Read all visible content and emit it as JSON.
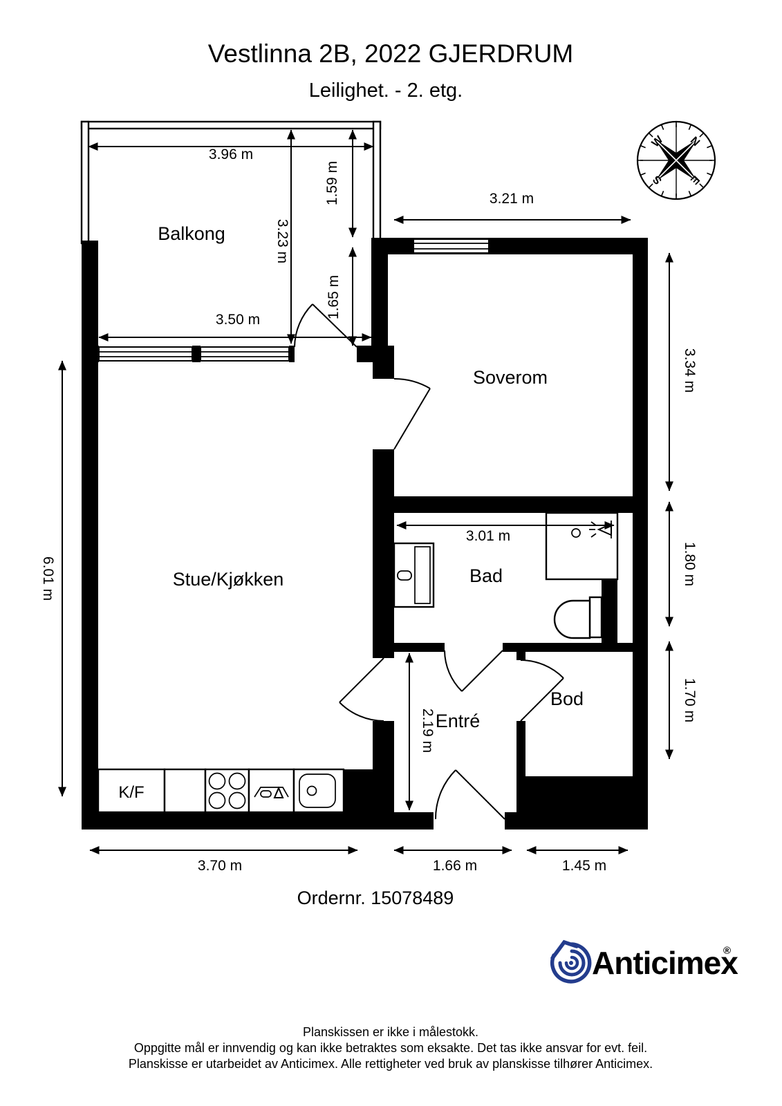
{
  "header": {
    "title": "Vestlinna 2B, 2022 GJERDRUM",
    "subtitle": "Leilighet.  - 2. etg."
  },
  "compass": {
    "west": "W",
    "north": "N",
    "east": "E",
    "south": "S"
  },
  "rooms": {
    "balcony": "Balkong",
    "bedroom": "Soverom",
    "living_kitchen": "Stue/Kjøkken",
    "bathroom": "Bad",
    "entry": "Entré",
    "storage": "Bod"
  },
  "kitchen": {
    "fridge_freezer": "K/F"
  },
  "dims": {
    "balcony_width_outer": "3.96 m",
    "balcony_depth_upper": "1.59 m",
    "balcony_depth_total": "3.23 m",
    "balcony_depth_lower": "1.65 m",
    "balcony_width_inner": "3.50 m",
    "bedroom_width": "3.21 m",
    "bedroom_depth": "3.34 m",
    "bathroom_width": "3.01 m",
    "bathroom_depth": "1.80 m",
    "storage_depth": "1.70 m",
    "living_depth": "6.01 m",
    "entry_depth": "2.19 m",
    "living_width": "3.70 m",
    "entry_width": "1.66 m",
    "storage_width": "1.45 m"
  },
  "order_number": "Ordernr. 15078489",
  "logo": {
    "name": "Anticimex",
    "registered": "®",
    "color": "#233c8d"
  },
  "footer": {
    "line1": "Planskissen er ikke i målestokk.",
    "line2": "Oppgitte mål er innvendig og kan ikke betraktes som eksakte. Det tas ikke ansvar for evt. feil.",
    "line3": "Planskisse er utarbeidet av Anticimex. Alle rettigheter ved bruk av planskisse tilhører Anticimex."
  }
}
